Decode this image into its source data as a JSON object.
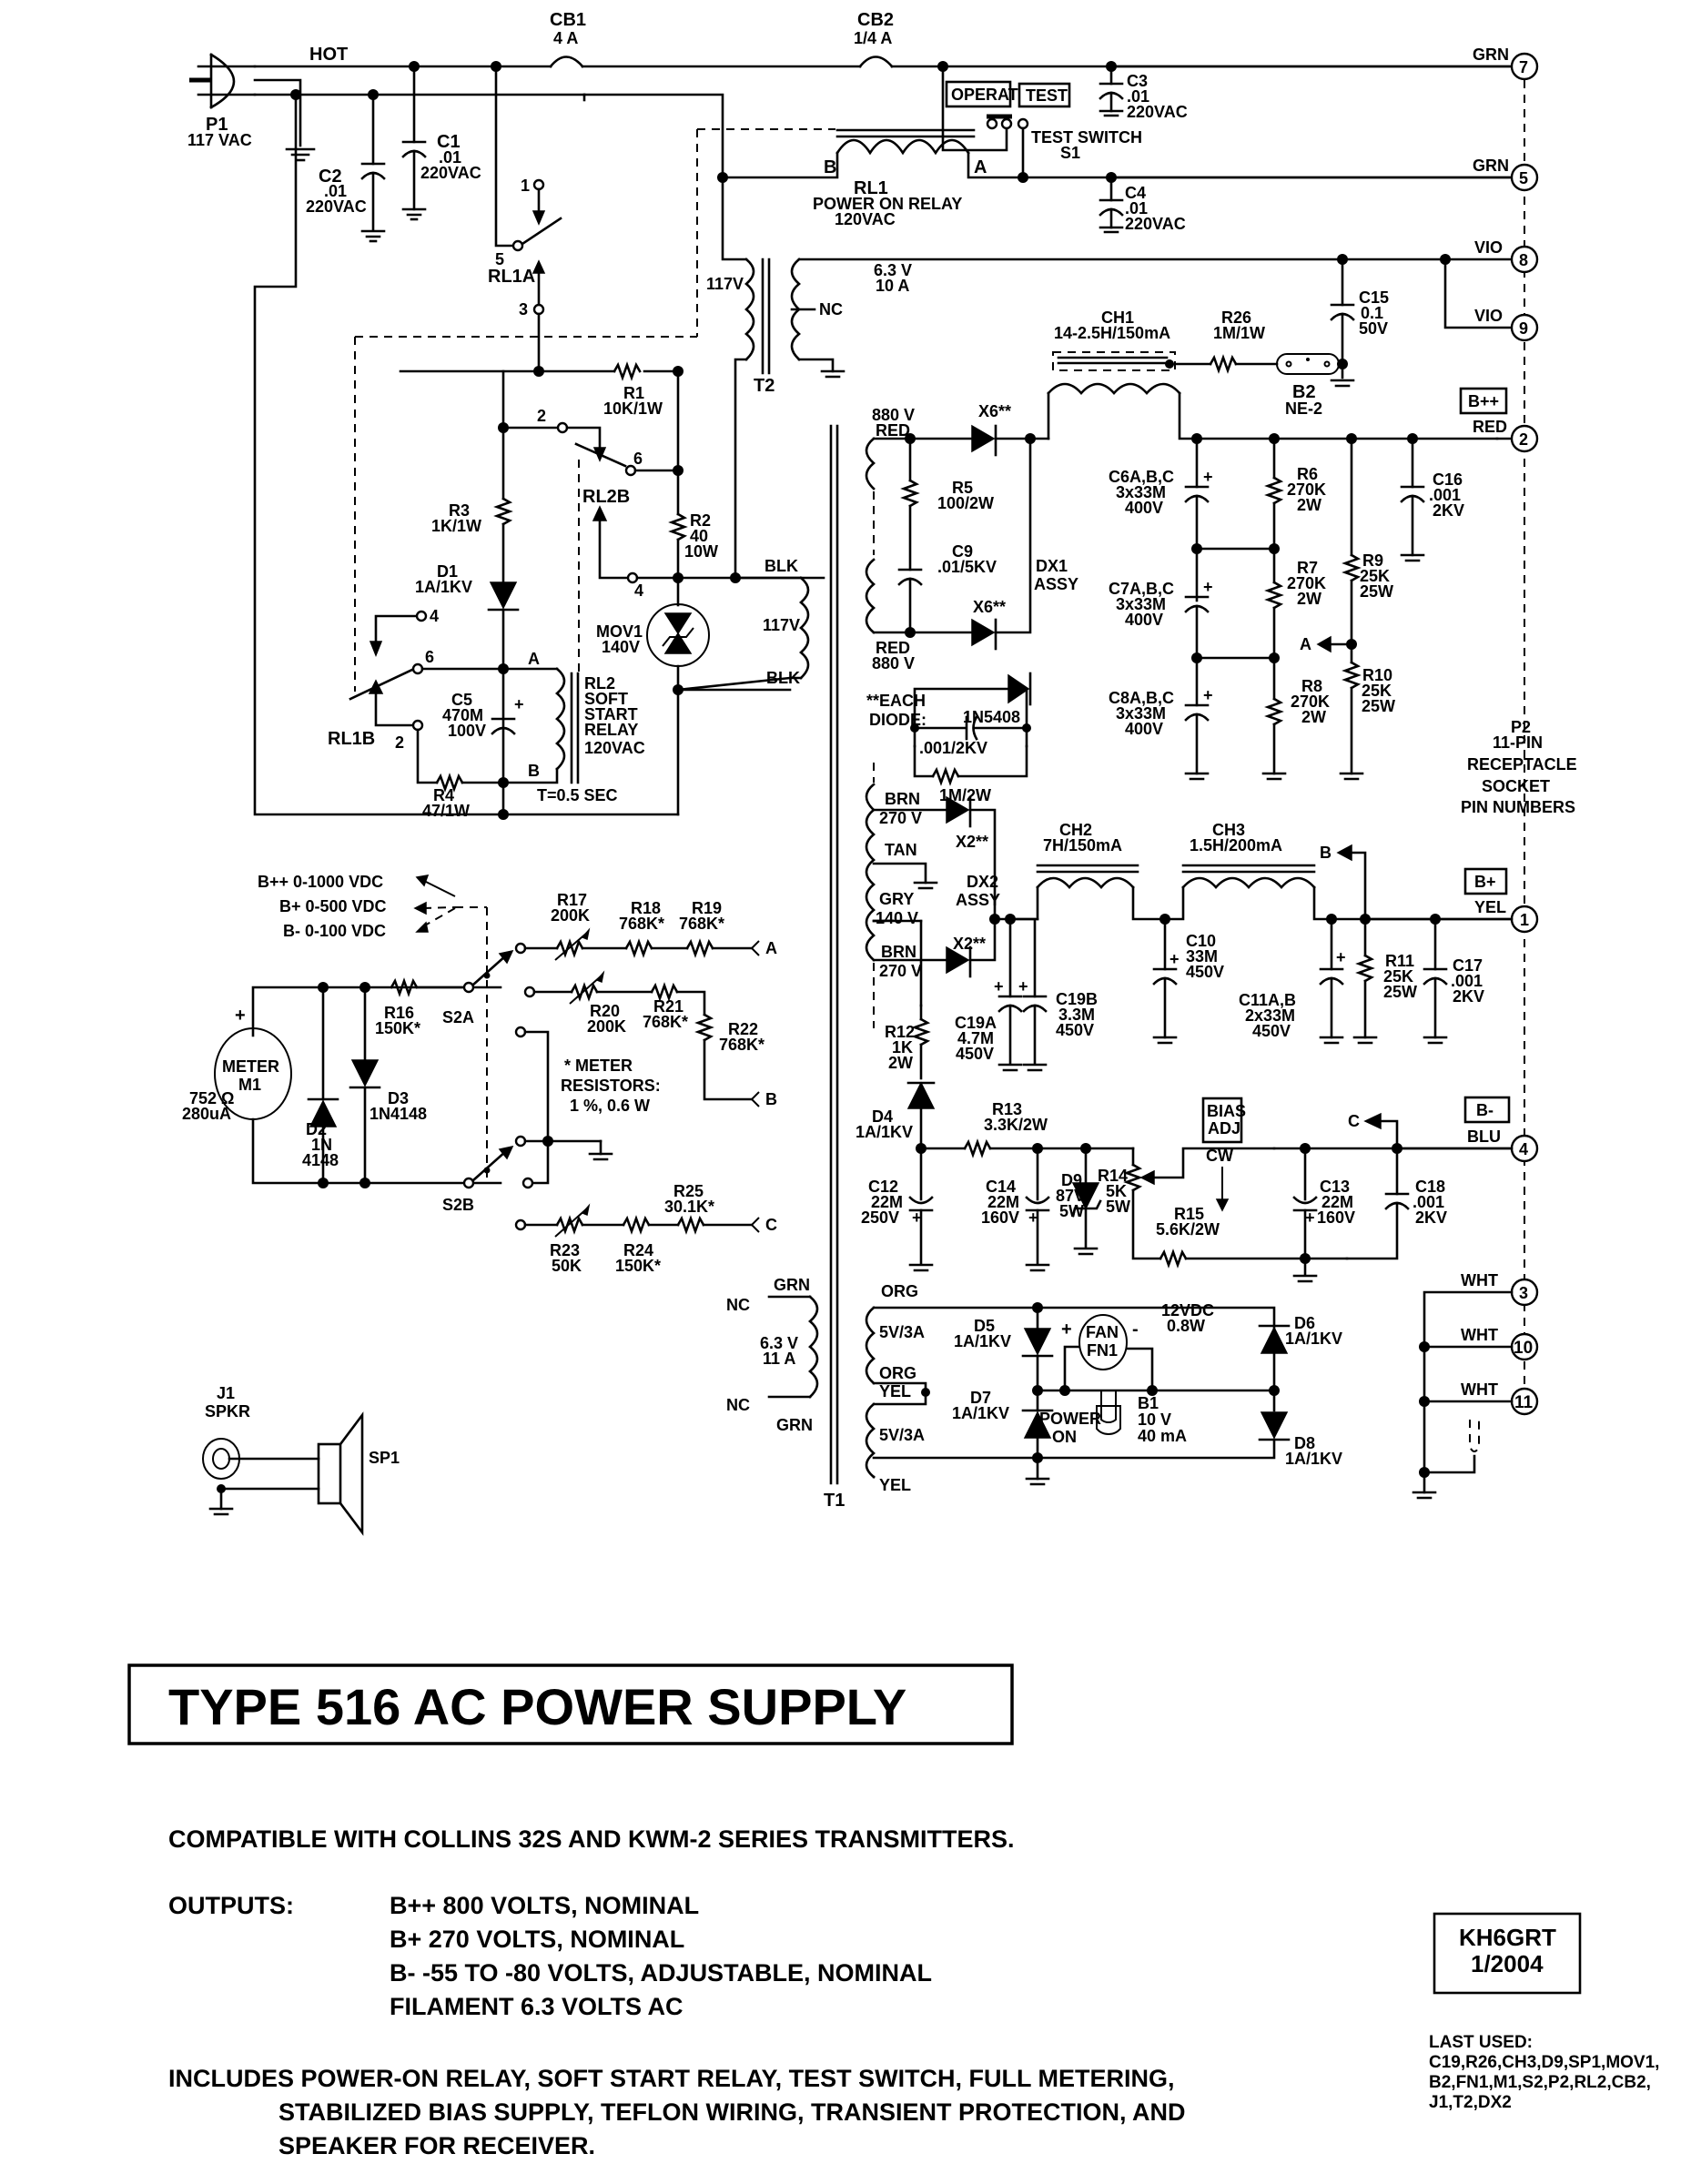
{
  "title": "TYPE 516 AC POWER SUPPLY",
  "signature": {
    "call": "KH6GRT",
    "date": "1/2004"
  },
  "last_used": {
    "heading": "LAST USED:",
    "lines": [
      "C19,R26,CH3,D9,SP1,MOV1,",
      "B2,FN1,M1,S2,P2,RL2,CB2,",
      "J1,T2,DX2"
    ]
  },
  "notes": {
    "compatible": "COMPATIBLE WITH COLLINS 32S AND KWM-2 SERIES TRANSMITTERS.",
    "outputs_label": "OUTPUTS:",
    "outputs": [
      "B++  800 VOLTS, NOMINAL",
      "B+   270 VOLTS, NOMINAL",
      "B-   -55 TO -80 VOLTS, ADJUSTABLE, NOMINAL",
      "FILAMENT 6.3 VOLTS AC"
    ],
    "includes": [
      "INCLUDES POWER-ON RELAY, SOFT START RELAY, TEST SWITCH, FULL METERING,",
      "STABILIZED BIAS SUPPLY, TEFLON WIRING, TRANSIENT PROTECTION, AND",
      "SPEAKER FOR RECEIVER."
    ]
  },
  "input": {
    "hot": "HOT",
    "p1": [
      "P1",
      "117 VAC"
    ],
    "cb1": [
      "CB1",
      "4 A"
    ],
    "cb2": [
      "CB2",
      "1/4 A"
    ],
    "c1": [
      "C1",
      ".01",
      "220VAC"
    ],
    "c2": [
      "C2",
      ".01",
      "220VAC"
    ],
    "c3": [
      "C3",
      ".01",
      "220VAC"
    ],
    "c4": [
      "C4",
      ".01",
      "220VAC"
    ],
    "operate": "OPERATE",
    "test": "TEST",
    "s1": [
      "TEST SWITCH",
      "S1"
    ],
    "rl1": [
      "RL1",
      "POWER ON RELAY",
      "120VAC"
    ],
    "rl1_pins": {
      "a": "A",
      "b": "B"
    }
  },
  "relay": {
    "rl1a": "RL1A",
    "rl1a_pins": [
      "1",
      "5",
      "3"
    ],
    "rl1b": "RL1B",
    "rl1b_pins": [
      "4",
      "6",
      "2"
    ],
    "rl2b": "RL2B",
    "rl2b_pins": [
      "2",
      "6",
      "4"
    ],
    "r1": [
      "R1",
      "10K/1W"
    ],
    "r2": [
      "R2",
      "40",
      "10W"
    ],
    "r3": [
      "R3",
      "1K/1W"
    ],
    "r4": [
      "R4",
      "47/1W"
    ],
    "d1": [
      "D1",
      "1A/1KV"
    ],
    "c5": [
      "C5",
      "470M",
      "100V"
    ],
    "rl2": [
      "RL2",
      "SOFT",
      "START",
      "RELAY",
      "120VAC"
    ],
    "rl2_pins": {
      "a": "A",
      "b": "B"
    },
    "timing": "T=0.5 SEC",
    "mov1": [
      "MOV1",
      "140V"
    ]
  },
  "t2": {
    "name": "T2",
    "primary": "117V",
    "nc": "NC",
    "secondary": [
      "6.3 V",
      "10 A"
    ]
  },
  "t1": {
    "name": "T1",
    "primary": [
      "BLK",
      "117V",
      "BLK"
    ],
    "hv": [
      "880 V",
      "RED",
      "RED",
      "880 V"
    ],
    "b_plus": [
      "BRN",
      "270 V",
      "TAN",
      "GRY",
      "140 V",
      "BRN",
      "270 V"
    ],
    "fil": [
      "NC",
      "GRN",
      "6.3 V",
      "11 A",
      "NC",
      "GRN"
    ],
    "low": [
      "ORG",
      "5V/3A",
      "ORG",
      "YEL",
      "5V/3A",
      "YEL"
    ]
  },
  "hv_supply": {
    "x6": "X6**",
    "r5": [
      "R5",
      "100/2W"
    ],
    "c9": [
      "C9",
      ".01/5KV"
    ],
    "dx1": [
      "DX1",
      "ASSY"
    ],
    "each_diode": [
      "**EACH",
      "DIODE:"
    ],
    "diode_part": "1N5408",
    "diode_cap": ".001/2KV",
    "diode_res": "1M/2W",
    "ch1": [
      "CH1",
      "14-2.5H/150mA"
    ],
    "r26": [
      "R26",
      "1M/1W"
    ],
    "b2": [
      "B2",
      "NE-2"
    ],
    "c15": [
      "C15",
      "0.1",
      "50V"
    ],
    "c6": [
      "C6A,B,C",
      "3x33M",
      "400V"
    ],
    "c7": [
      "C7A,B,C",
      "3x33M",
      "400V"
    ],
    "c8": [
      "C8A,B,C",
      "3x33M",
      "400V"
    ],
    "r6": [
      "R6",
      "270K",
      "2W"
    ],
    "r7": [
      "R7",
      "270K",
      "2W"
    ],
    "r8": [
      "R8",
      "270K",
      "2W"
    ],
    "r9": [
      "R9",
      "25K",
      "25W"
    ],
    "r10": [
      "R10",
      "25K",
      "25W"
    ],
    "c16": [
      "C16",
      ".001",
      "2KV"
    ],
    "tap": "A"
  },
  "bplus_supply": {
    "x2": "X2**",
    "dx2": [
      "DX2",
      "ASSY"
    ],
    "ch2": [
      "CH2",
      "7H/150mA"
    ],
    "ch3": [
      "CH3",
      "1.5H/200mA"
    ],
    "c19a": [
      "C19A",
      "4.7M",
      "450V"
    ],
    "c19b": [
      "C19B",
      "3.3M",
      "450V"
    ],
    "c10": [
      "C10",
      "33M",
      "450V"
    ],
    "c11": [
      "C11A,B",
      "2x33M",
      "450V"
    ],
    "r11": [
      "R11",
      "25K",
      "25W"
    ],
    "c17": [
      "C17",
      ".001",
      "2KV"
    ],
    "tap": "B"
  },
  "bias_supply": {
    "r12": [
      "R12",
      "1K",
      "2W"
    ],
    "d4": [
      "D4",
      "1A/1KV"
    ],
    "r13": [
      "R13",
      "3.3K/2W"
    ],
    "c12": [
      "C12",
      "22M",
      "250V"
    ],
    "c14": [
      "C14",
      "22M",
      "160V"
    ],
    "d9": [
      "D9",
      "87V",
      "5W"
    ],
    "r14": [
      "R14",
      "5K",
      "5W"
    ],
    "bias_adj": [
      "BIAS",
      "ADJ"
    ],
    "cw": "CW",
    "r15": [
      "R15",
      "5.6K/2W"
    ],
    "c13": [
      "C13",
      "22M",
      "160V"
    ],
    "c18": [
      "C18",
      ".001",
      "2KV"
    ],
    "tap": "C"
  },
  "fan_supply": {
    "d5": [
      "D5",
      "1A/1KV"
    ],
    "d6": [
      "D6",
      "1A/1KV"
    ],
    "d7": [
      "D7",
      "1A/1KV"
    ],
    "d8": [
      "D8",
      "1A/1KV"
    ],
    "fan": [
      "FAN",
      "FN1"
    ],
    "fan_rating": [
      "12VDC",
      "0.8W"
    ],
    "power_on": [
      "POWER",
      "ON"
    ],
    "b1": [
      "B1",
      "10 V",
      "40 mA"
    ]
  },
  "meter": {
    "ranges": [
      "B++  0-1000 VDC",
      "B+  0-500 VDC",
      "B-  0-100 VDC"
    ],
    "m1": [
      "METER",
      "M1"
    ],
    "m1_spec": [
      "752 Ω",
      "280uA"
    ],
    "d2": [
      "D2",
      "1N",
      "4148"
    ],
    "d3": [
      "D3",
      "1N4148"
    ],
    "r16": [
      "R16",
      "150K*"
    ],
    "s2a": "S2A",
    "s2b": "S2B",
    "r17": [
      "R17",
      "200K"
    ],
    "r18": [
      "R18",
      "768K*"
    ],
    "r19": [
      "R19",
      "768K*"
    ],
    "r20": [
      "R20",
      "200K"
    ],
    "r21": [
      "R21",
      "768K*"
    ],
    "r22": [
      "R22",
      "768K*"
    ],
    "r23": [
      "R23",
      "50K"
    ],
    "r24": [
      "R24",
      "150K*"
    ],
    "r25": [
      "R25",
      "30.1K*"
    ],
    "note": [
      "* METER",
      "RESISTORS:",
      "1 %, 0.6 W"
    ],
    "taps": [
      "A",
      "B",
      "C"
    ]
  },
  "speaker": {
    "j1": [
      "J1",
      "SPKR"
    ],
    "sp1": "SP1"
  },
  "p2": {
    "label": [
      "P2",
      "11-PIN",
      "RECEPTACLE",
      "SOCKET",
      "PIN NUMBERS"
    ],
    "pins": [
      {
        "num": "7",
        "wire": "GRN"
      },
      {
        "num": "5",
        "wire": "GRN"
      },
      {
        "num": "8",
        "wire": "VIO"
      },
      {
        "num": "9",
        "wire": "VIO"
      },
      {
        "num": "2",
        "wire": "RED",
        "tag": "B++"
      },
      {
        "num": "1",
        "wire": "YEL",
        "tag": "B+"
      },
      {
        "num": "4",
        "wire": "BLU",
        "tag": "B-"
      },
      {
        "num": "3",
        "wire": "WHT"
      },
      {
        "num": "10",
        "wire": "WHT"
      },
      {
        "num": "11",
        "wire": "WHT"
      }
    ]
  }
}
